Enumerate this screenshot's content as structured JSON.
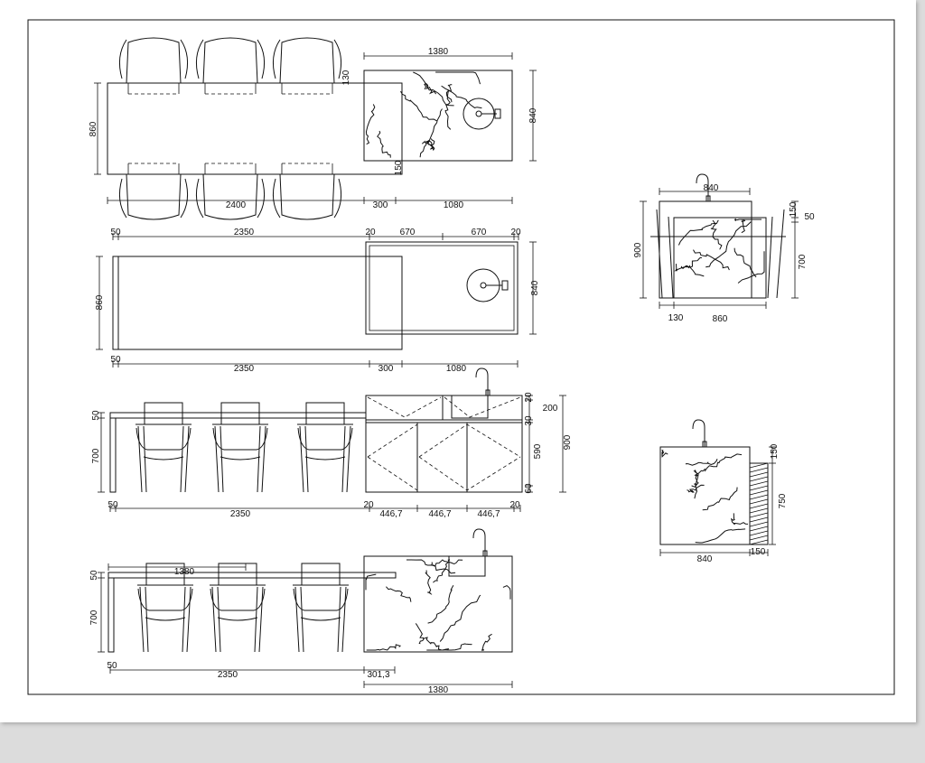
{
  "drawing": {
    "plan_top": {
      "labels": [
        "1380",
        "840",
        "860",
        "130",
        "150",
        "2400",
        "300",
        "1080"
      ]
    },
    "plan_carcass": {
      "labels": [
        "50",
        "2350",
        "20",
        "670",
        "670",
        "20",
        "860",
        "840",
        "50",
        "2350",
        "300",
        "1080"
      ]
    },
    "front_elevation": {
      "labels": [
        "20",
        "30",
        "200",
        "590",
        "60",
        "900",
        "50",
        "700",
        "50",
        "2350",
        "20",
        "446,7",
        "446,7",
        "446,7",
        "20"
      ]
    },
    "finished_elevation": {
      "labels": [
        "1380",
        "50",
        "700",
        "50",
        "2350",
        "301,3",
        "1380"
      ]
    },
    "side_elevation": {
      "labels": [
        "840",
        "900",
        "150",
        "50",
        "700",
        "860",
        "130"
      ]
    },
    "end_elevation": {
      "labels": [
        "150",
        "750",
        "840",
        "150"
      ]
    }
  }
}
